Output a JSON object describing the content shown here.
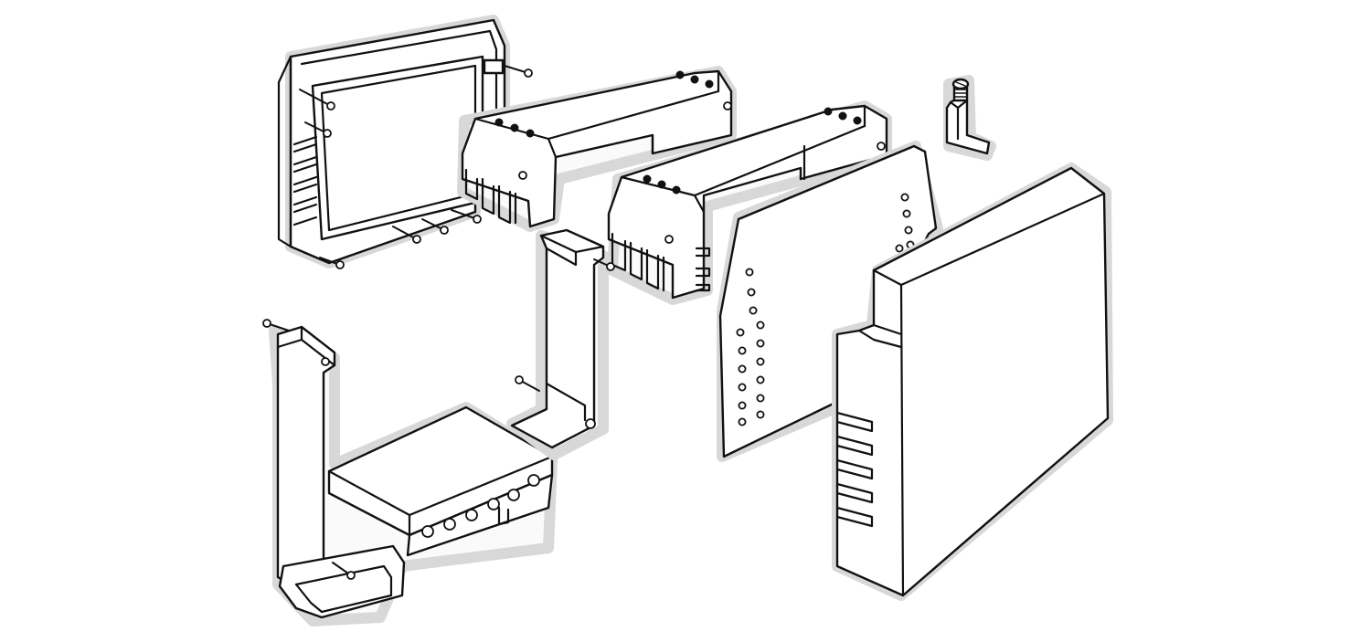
{
  "figure": {
    "parts": [
      "rear-frame",
      "terminal-block-upper",
      "terminal-block-middle",
      "base-carrier",
      "circuit-board",
      "front-cover",
      "clamp-screw"
    ]
  }
}
